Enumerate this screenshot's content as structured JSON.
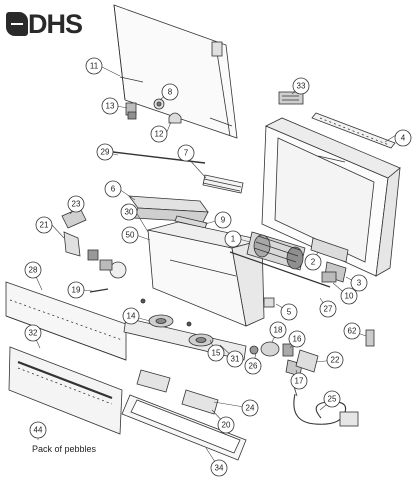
{
  "brand": {
    "name": "DHS"
  },
  "callouts": [
    "1",
    "2",
    "3",
    "4",
    "5",
    "6",
    "7",
    "8",
    "9",
    "10",
    "11",
    "12",
    "13",
    "14",
    "15",
    "16",
    "17",
    "18",
    "19",
    "20",
    "21",
    "22",
    "23",
    "24",
    "25",
    "26",
    "27",
    "28",
    "29",
    "30",
    "31",
    "32",
    "33",
    "34",
    "44",
    "50",
    "62"
  ],
  "notes": {
    "pebbles": "Pack of pebbles"
  },
  "colors": {
    "ink": "#222222",
    "logo": "#2a2a2a"
  }
}
